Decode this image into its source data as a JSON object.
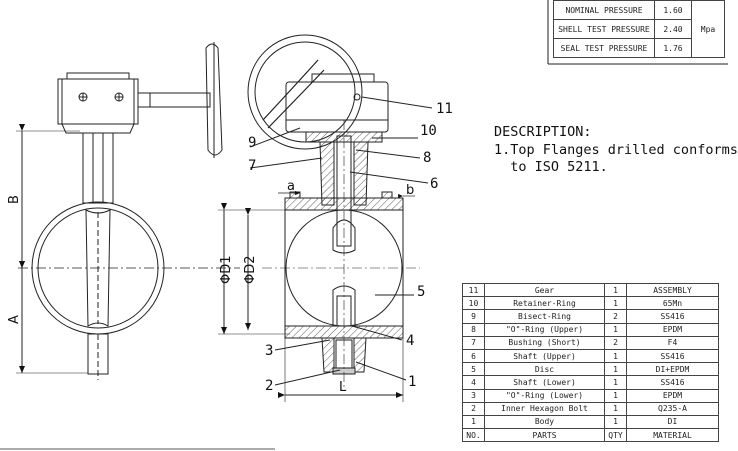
{
  "spec_table": {
    "rows": [
      {
        "name": "NOMINAL PRESSURE",
        "value": "1.60"
      },
      {
        "name": "SHELL TEST PRESSURE",
        "value": "2.40"
      },
      {
        "name": "SEAL TEST PRESSURE",
        "value": "1.76"
      }
    ],
    "unit": "Mpa"
  },
  "description": {
    "heading": "DESCRIPTION:",
    "line1": "1.Top Flanges drilled conforms",
    "line2": "  to ISO 5211."
  },
  "dimension_labels": {
    "a": "a",
    "b_small": "b",
    "B": "B",
    "A": "A",
    "D1": "ΦD1",
    "D2": "ΦD2",
    "L": "L"
  },
  "callouts": [
    "1",
    "2",
    "3",
    "4",
    "5",
    "6",
    "7",
    "8",
    "9",
    "10",
    "11"
  ],
  "parts_table": {
    "headers": {
      "no": "NO.",
      "parts": "PARTS",
      "qty": "QTY",
      "material": "MATERIAL"
    },
    "rows": [
      {
        "no": "11",
        "part": "Gear",
        "qty": "1",
        "material": "ASSEMBLY"
      },
      {
        "no": "10",
        "part": "Retainer-Ring",
        "qty": "1",
        "material": "65Mn"
      },
      {
        "no": "9",
        "part": "Bisect-Ring",
        "qty": "2",
        "material": "SS416"
      },
      {
        "no": "8",
        "part": "\"O\"-Ring (Upper)",
        "qty": "1",
        "material": "EPDM"
      },
      {
        "no": "7",
        "part": "Bushing (Short)",
        "qty": "2",
        "material": "F4"
      },
      {
        "no": "6",
        "part": "Shaft (Upper)",
        "qty": "1",
        "material": "SS416"
      },
      {
        "no": "5",
        "part": "Disc",
        "qty": "1",
        "material": "DI+EPDM"
      },
      {
        "no": "4",
        "part": "Shaft (Lower)",
        "qty": "1",
        "material": "SS416"
      },
      {
        "no": "3",
        "part": "\"O\"-Ring (Lower)",
        "qty": "1",
        "material": "EPDM"
      },
      {
        "no": "2",
        "part": "Inner Hexagon Bolt",
        "qty": "1",
        "material": "Q235-A"
      },
      {
        "no": "1",
        "part": "Body",
        "qty": "1",
        "material": "DI"
      }
    ]
  }
}
